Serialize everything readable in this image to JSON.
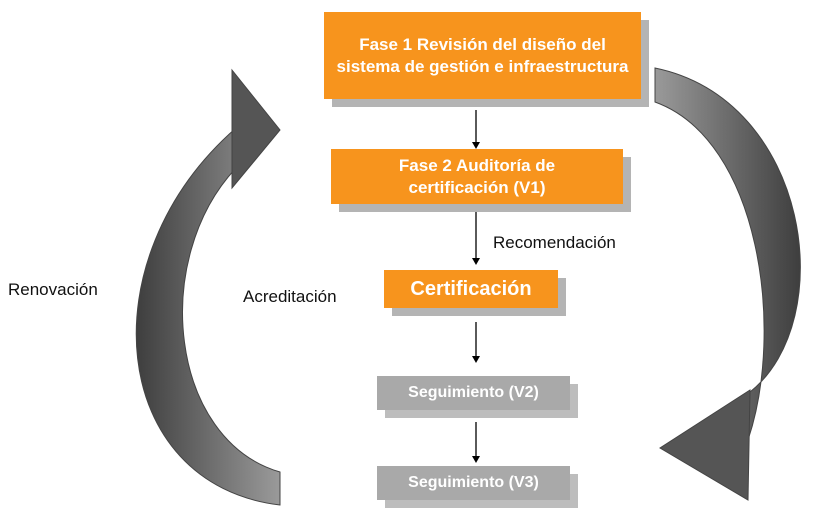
{
  "phases": {
    "fase1": "Fase 1 Revisión del diseño del sistema de gestión e infraestructura",
    "fase2": "Fase 2 Auditoría de certificación (V1)",
    "certificacion": "Certificación",
    "seguimiento_v2": "Seguimiento (V2)",
    "seguimiento_v3": "Seguimiento (V3)"
  },
  "labels": {
    "renovacion": "Renovación",
    "acreditacion": "Acreditación",
    "recomendacion": "Recomendación"
  },
  "colors": {
    "orange": "#f7941d",
    "gray_box": "#a9a9a9",
    "arrow": "#5a5a5a"
  }
}
